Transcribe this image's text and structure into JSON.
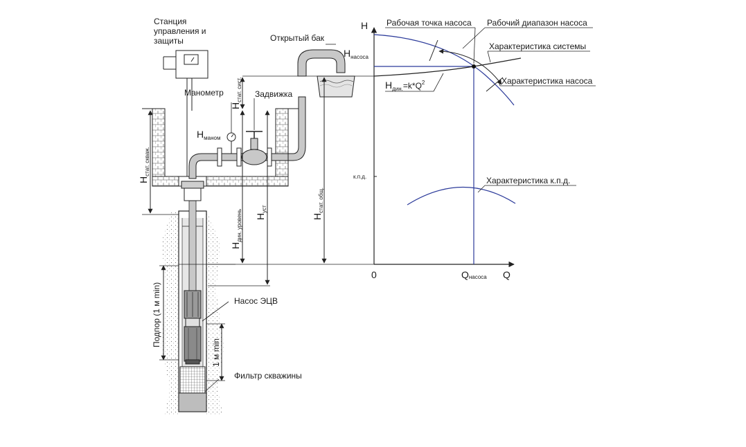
{
  "labels": {
    "station_l1": "Станция",
    "station_l2": "управления и",
    "station_l3": "защиты",
    "manometer": "Манометр",
    "open_tank": "Открытый бак",
    "valve": "Задвижка",
    "pump": "Насос ЭЦВ",
    "filter": "Фильтр скважины",
    "podpor": "Подпор (1 м min)",
    "one_m_min": "1 м min"
  },
  "heights": {
    "h_letter": "H",
    "h_nasosa_sub": "насоса",
    "h_stat_sist_sub": "стат. сист.",
    "h_manom_sub": "маном",
    "h_stat_skvazh_sub": "стат. скваж.",
    "h_din_uroven_sub": "дин. уровень",
    "h_ust_sub": "уст",
    "h_stat_obsh_sub": "стат. общ."
  },
  "graph": {
    "axis_y": "H",
    "axis_x": "Q",
    "origin": "0",
    "q_letter": "Q",
    "q_nasosa_sub": "насоса",
    "kpd_tick": "к.п.д.",
    "work_point": "Рабочая точка насоса",
    "work_range": "Рабочий диапазон насоса",
    "system_char": "Характеристика системы",
    "pump_char": "Характеристика насоса",
    "kpd_char": "Характеристика к.п.д.",
    "hdin_prefix": "H",
    "hdin_sub": "дин.",
    "hdin_formula": "=k*Q",
    "hdin_sup": "2"
  },
  "colors": {
    "line": "#222222",
    "curve_blue": "#2b3a9a",
    "pipe_fill": "#c8c8c8",
    "water_fill": "#dedede"
  }
}
